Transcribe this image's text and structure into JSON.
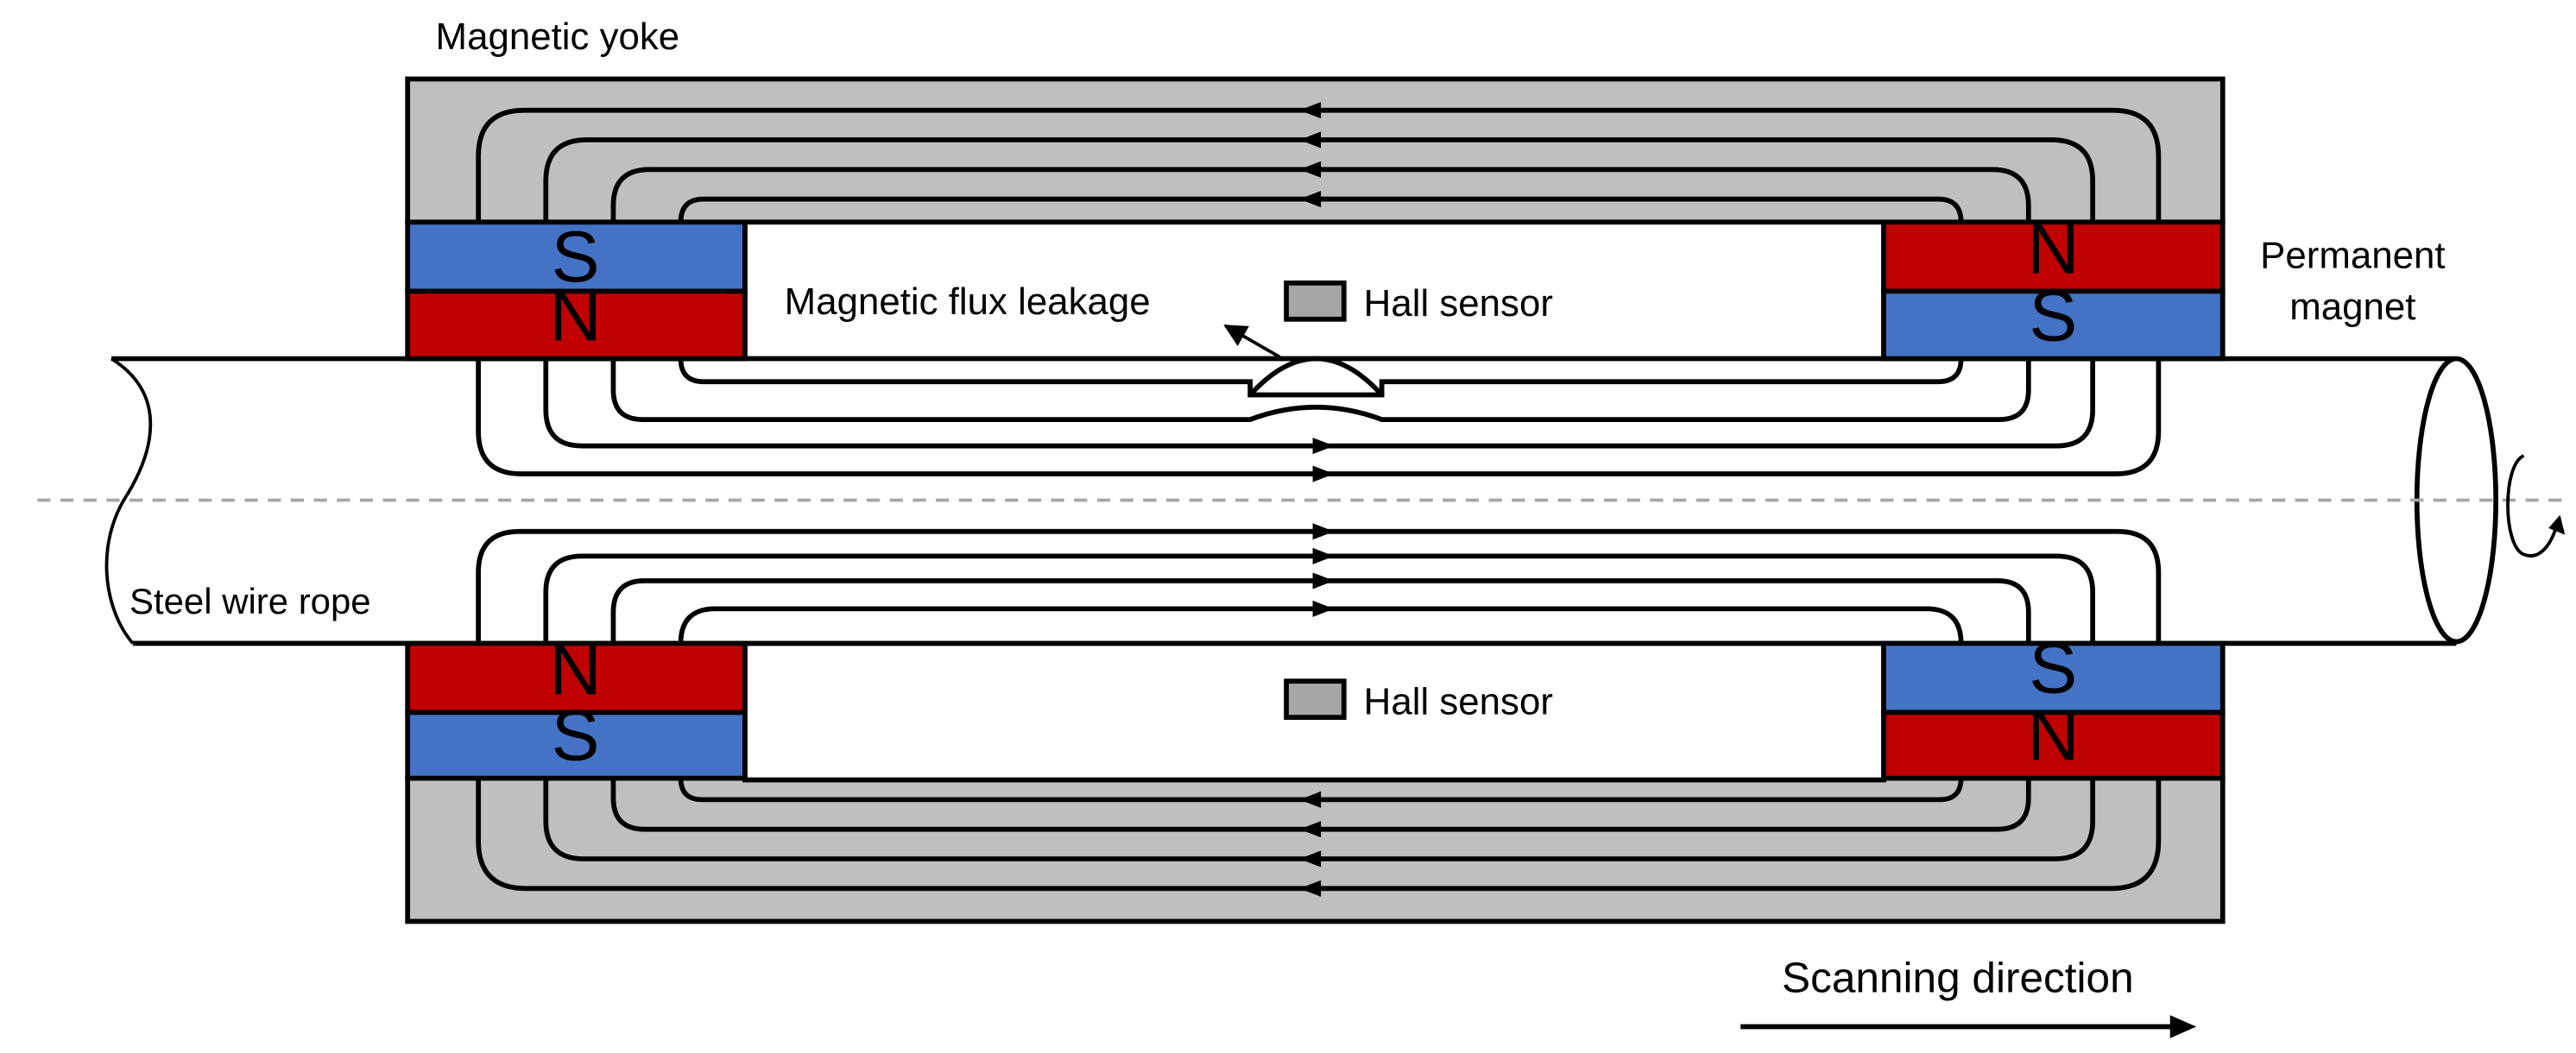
{
  "labels": {
    "magnetic_yoke": "Magnetic yoke",
    "permanent_magnet_line1": "Permanent",
    "permanent_magnet_line2": "magnet",
    "magnetic_flux_leakage": "Magnetic flux leakage",
    "hall_sensor_top": "Hall sensor",
    "hall_sensor_bottom": "Hall sensor",
    "steel_wire_rope": "Steel wire rope",
    "scanning_direction": "Scanning direction"
  },
  "poles": {
    "top_left_upper": "S",
    "top_left_lower": "N",
    "top_right_upper": "N",
    "top_right_lower": "S",
    "bottom_left_upper": "N",
    "bottom_left_lower": "S",
    "bottom_right_upper": "S",
    "bottom_right_lower": "N"
  },
  "colors": {
    "north": "#c00000",
    "south": "#4472c4",
    "yoke": "#bfbfbf",
    "sensor": "#a6a6a6",
    "line": "#000000",
    "axis": "#a6a6a6"
  }
}
